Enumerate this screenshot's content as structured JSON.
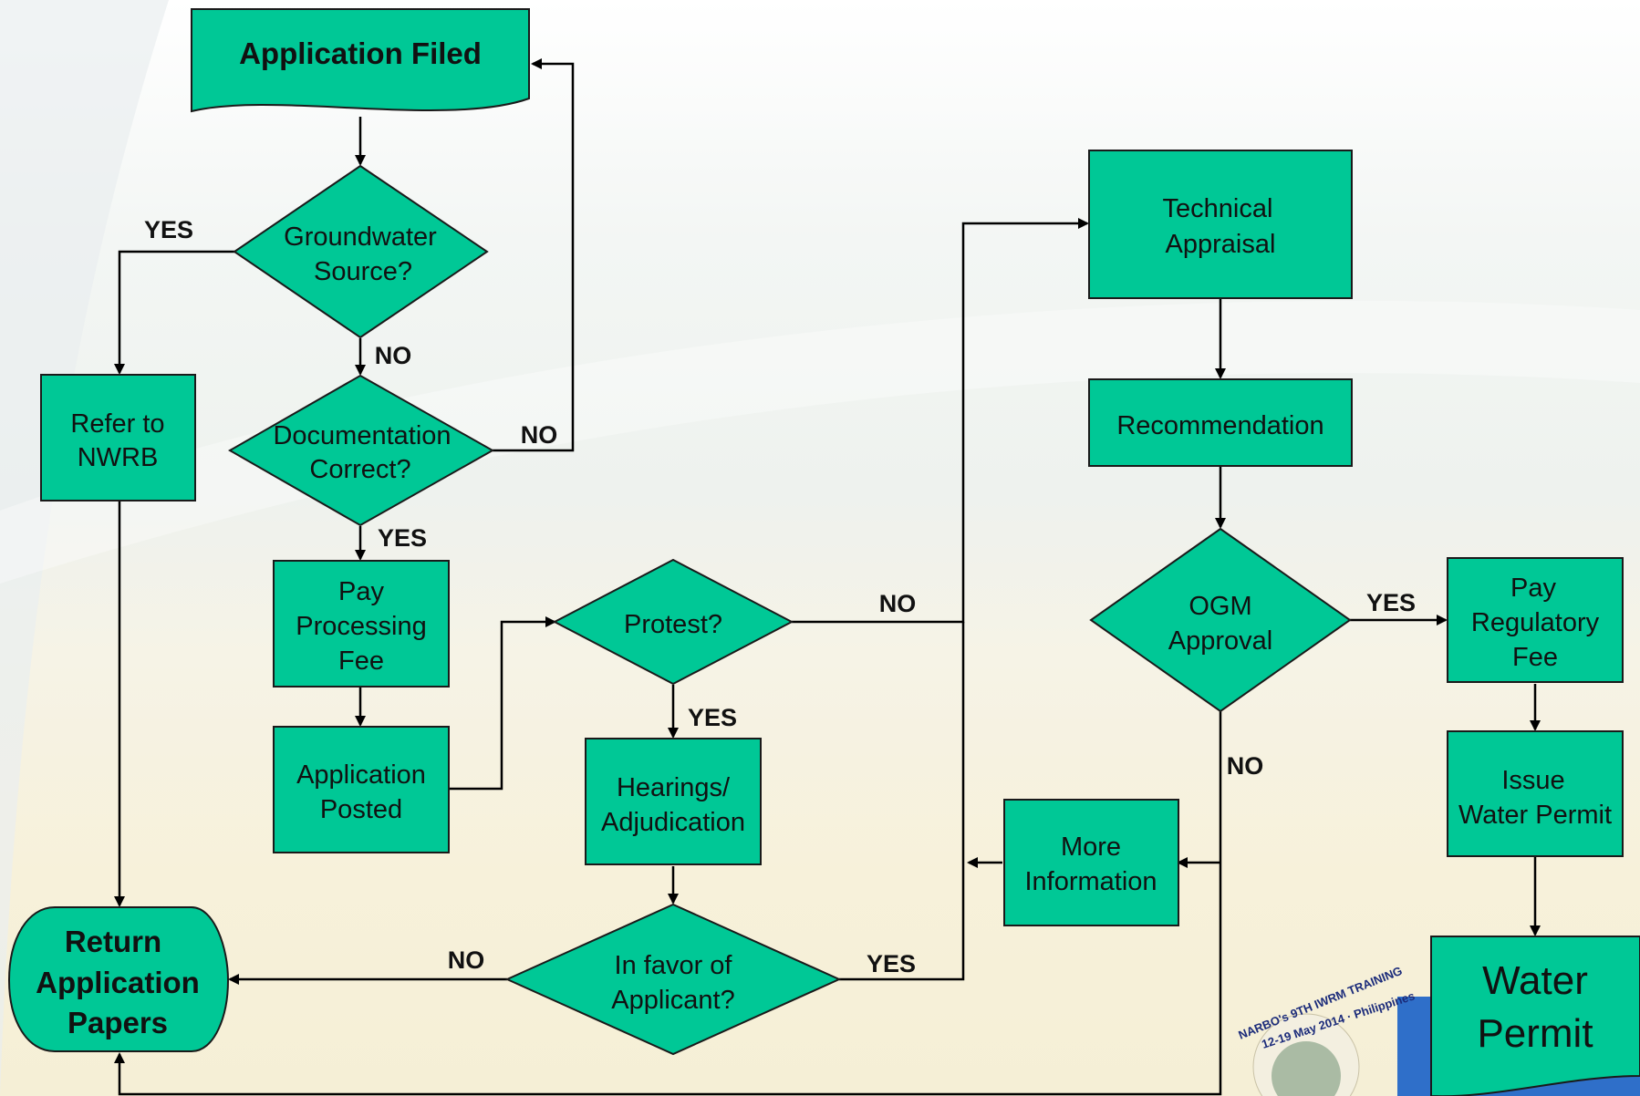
{
  "nodes": {
    "application_filed": "Application Filed",
    "groundwater_1": "Groundwater",
    "groundwater_2": "Source?",
    "documentation_1": "Documentation",
    "documentation_2": "Correct?",
    "refer_1": "Refer to",
    "refer_2": "NWRB",
    "pay_processing_1": "Pay",
    "pay_processing_2": "Processing",
    "pay_processing_3": "Fee",
    "application_posted_1": "Application",
    "application_posted_2": "Posted",
    "protest": "Protest?",
    "hearings_1": "Hearings/",
    "hearings_2": "Adjudication",
    "in_favor_1": "In favor of",
    "in_favor_2": "Applicant?",
    "return_1": "Return",
    "return_2": "Application",
    "return_3": "Papers",
    "technical_1": "Technical",
    "technical_2": "Appraisal",
    "recommendation": "Recommendation",
    "ogm_1": "OGM",
    "ogm_2": "Approval",
    "more_info_1": "More",
    "more_info_2": "Information",
    "pay_regulatory_1": "Pay",
    "pay_regulatory_2": "Regulatory",
    "pay_regulatory_3": "Fee",
    "issue_permit_1": "Issue",
    "issue_permit_2": "Water Permit",
    "water_permit_1": "Water",
    "water_permit_2": "Permit"
  },
  "edge_labels": {
    "groundwater_yes": "YES",
    "groundwater_no": "NO",
    "documentation_no": "NO",
    "documentation_yes": "YES",
    "protest_no": "NO",
    "protest_yes": "YES",
    "in_favor_no": "NO",
    "in_favor_yes": "YES",
    "ogm_yes": "YES",
    "ogm_no": "NO"
  },
  "logo": {
    "text_1": "NARBO's 9TH IWRM TRAINING",
    "text_2": "12-19 May 2014 · Philippines"
  },
  "colors": {
    "node_fill": "#00C896",
    "node_stroke": "#1a1a1a",
    "arrow": "#000000",
    "logo_blue": "#2f6fc9"
  }
}
